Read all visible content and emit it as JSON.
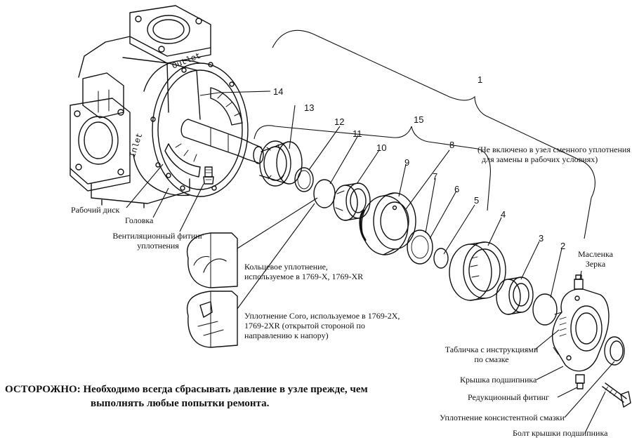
{
  "numbers": {
    "n1": "1",
    "n2": "2",
    "n3": "3",
    "n4": "4",
    "n5": "5",
    "n6": "6",
    "n7": "7",
    "n8": "8",
    "n9": "9",
    "n10": "10",
    "n11": "11",
    "n12": "12",
    "n13": "13",
    "n14": "14",
    "n15": "15"
  },
  "casting": {
    "outlet": "Outlet",
    "inlet": "Inlet"
  },
  "labels": {
    "not_included_1": "(Не включено в узел сменного уплотнения",
    "not_included_2": "для замены в рабочих условиях)",
    "rotor_disk": "Рабочий диск",
    "head": "Головка",
    "vent_fitting_1": "Вентиляционный фитинг",
    "vent_fitting_2": "уплотнения",
    "oring_1": "Кольцевое уплотнение,",
    "oring_2": "используемое в 1769-X, 1769-XR",
    "coro_1": "Уплотнение Coro, используемое в 1769-2X,",
    "coro_2": "1769-2XR (открытой стороной по",
    "coro_3": "направлению к напору)",
    "oiler_1": "Масленка",
    "oiler_2": "Зерка",
    "plate_1": "Табличка с инструкциями",
    "plate_2": "по смазке",
    "bearing_cover": "Крышка подшипника",
    "reducer_fitting": "Редукционный фитинг",
    "grease_seal": "Уплотнение консистентной смазки",
    "cover_bolt": "Болт крышки подшипника"
  },
  "warning": {
    "line1": "ОСТОРОЖНО: Необходимо всегда сбрасывать давление в узле прежде, чем",
    "line2": "выполнять любые попытки ремонта."
  }
}
